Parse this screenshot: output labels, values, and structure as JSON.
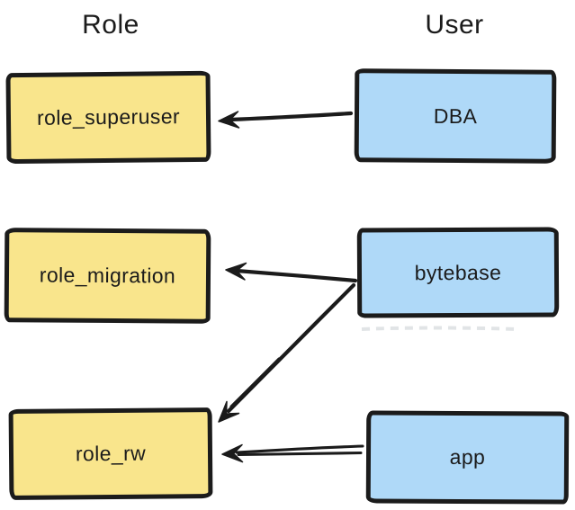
{
  "headings": {
    "role": "Role",
    "user": "User"
  },
  "nodes": {
    "role_superuser": {
      "label": "role_superuser",
      "column": "Role"
    },
    "role_migration": {
      "label": "role_migration",
      "column": "Role"
    },
    "role_rw": {
      "label": "role_rw",
      "column": "Role"
    },
    "dba": {
      "label": "DBA",
      "column": "User"
    },
    "bytebase": {
      "label": "bytebase",
      "column": "User"
    },
    "app": {
      "label": "app",
      "column": "User"
    }
  },
  "edges": [
    {
      "from": "DBA",
      "to": "role_superuser"
    },
    {
      "from": "bytebase",
      "to": "role_migration"
    },
    {
      "from": "bytebase",
      "to": "role_rw"
    },
    {
      "from": "app",
      "to": "role_rw"
    }
  ],
  "colors": {
    "role_fill": "#F9E58C",
    "user_fill": "#AFD9F8",
    "ink": "#1B1B1B",
    "background": "#FFFFFF"
  }
}
